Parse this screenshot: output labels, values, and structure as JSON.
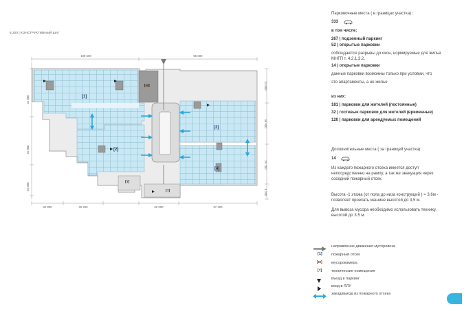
{
  "header": {
    "text": "6 200  |  КОНСТРУКТИВНЫЙ ШАГ"
  },
  "plan": {
    "dimensions_top": [
      "108 600",
      "55 600"
    ],
    "dimensions_bottom": [
      "32 800",
      "40 200",
      "32 000",
      "37 400"
    ],
    "dimensions_left": [
      "41 800",
      "41 800",
      "41 000"
    ],
    "dimensions_right": [
      "24 800",
      "36 900",
      "29 700",
      "8 200"
    ],
    "sections": [
      "[1]",
      "[2]",
      "[3]",
      "[4]"
    ],
    "technical_labels": [
      "[т]",
      "[т]"
    ],
    "waste_label": "[м]"
  },
  "panel": {
    "parking_title": "Парковочные места ( в границах участка) :",
    "parking_total": "333",
    "including_label": "в том числе:",
    "underground": "267 | подземный паркинг",
    "open_52": "52  | открытые парковки",
    "gaps_note": "соблюдаются разрывы до окон, нормируемые для жилья МНГП т. 4.2.1.3.2.",
    "open_14": "14 | открытые парковки",
    "condition_line1": "данные парковки возможны только при условии, что",
    "condition_line2": "это апартаменты, а не жилье",
    "of_them": "из них:",
    "residents": "181 | парковки для жителей (постоянные)",
    "guests": "32 | гостевые парковки для жителей (временные)",
    "rent": "120 | парковки для арендуемых помещений",
    "extra_title": "Дополнительные места ( за границей участка):",
    "extra_total": "14",
    "fire_note": "Из каждого пожарного отсека имеется доступ непосредственно на рампу, а так же эвакуация через соседний пожарный отсек.",
    "height_note": "Высота -1 этажа (от пола до низа конструкций ) = 3,6м - позволяет проехать машине высотой  до 3,5 м.",
    "waste_note": "Для вывоза мусора необходимо использовать технику, высотой до 3.5 м."
  },
  "legend": {
    "items": [
      {
        "icon": "gray-arrow-icon",
        "label": "направление движения мусоровоза"
      },
      {
        "icon": "fire-section-badge",
        "badge": "[1]",
        "label": "пожарный отсек"
      },
      {
        "icon": "waste-room-badge",
        "badge": "[м]",
        "label": "мусорокамера"
      },
      {
        "icon": "technical-room-badge",
        "badge": "[т]",
        "label": "технические помещения"
      },
      {
        "icon": "triangle-down-icon",
        "label": "въезд в паркинг"
      },
      {
        "icon": "triangle-right-icon",
        "label": "вход в ЛЛУ"
      },
      {
        "icon": "blue-double-arrow-icon",
        "label": "заезд/выезд из пожарного отсека"
      }
    ]
  },
  "colors": {
    "parking_fill": "#c8e8f5",
    "accent_blue": "#2aa7dd",
    "gray": "#8a8a8a",
    "waste_color": "#7a3a16",
    "badge_blue": "#1f3a70"
  }
}
